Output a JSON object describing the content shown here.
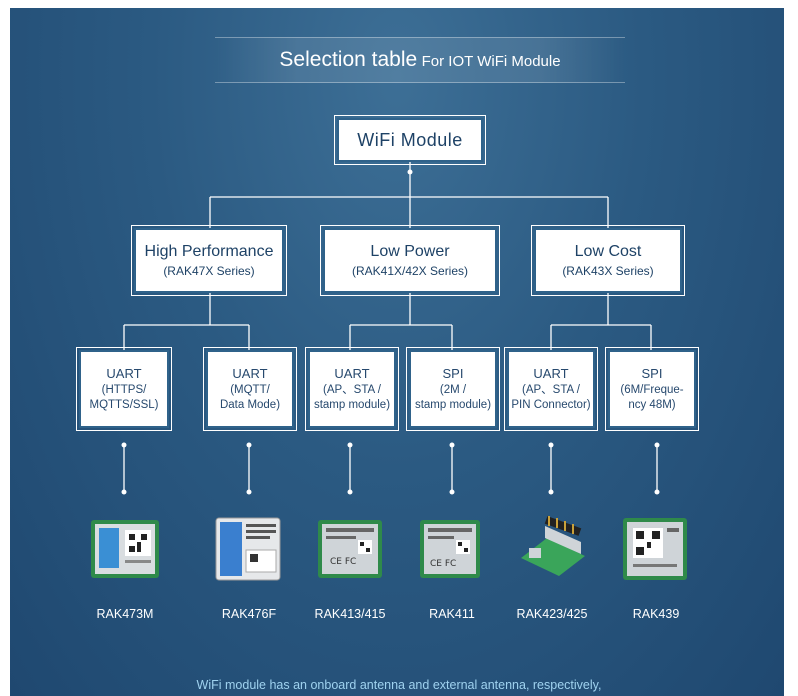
{
  "title": {
    "main": "Selection table",
    "sub": "For IOT WiFi Module"
  },
  "root": "WiFi Module",
  "categories": [
    {
      "name": "High Performance",
      "series": "(RAK47X Series)"
    },
    {
      "name": "Low Power",
      "series": "(RAK41X/42X Series)"
    },
    {
      "name": "Low Cost",
      "series": "(RAK43X Series)"
    }
  ],
  "interfaces": [
    {
      "type": "UART",
      "line1": "(HTTPS/",
      "line2": "MQTTS/SSL)"
    },
    {
      "type": "UART",
      "line1": "(MQTT/",
      "line2": "Data Mode)"
    },
    {
      "type": "UART",
      "line1": "(AP、STA /",
      "line2": "stamp module)"
    },
    {
      "type": "SPI",
      "line1": "(2M /",
      "line2": "stamp module)"
    },
    {
      "type": "UART",
      "line1": "(AP、STA /",
      "line2": "PIN Connector)"
    },
    {
      "type": "SPI",
      "line1": "(6M/Freque-",
      "line2": "ncy 48M)"
    }
  ],
  "modules": [
    "RAK473M",
    "RAK476F",
    "RAK413/415",
    "RAK411",
    "RAK423/425",
    "RAK439"
  ],
  "footer": "WiFi module has an onboard antenna and external antenna, respectively,"
}
